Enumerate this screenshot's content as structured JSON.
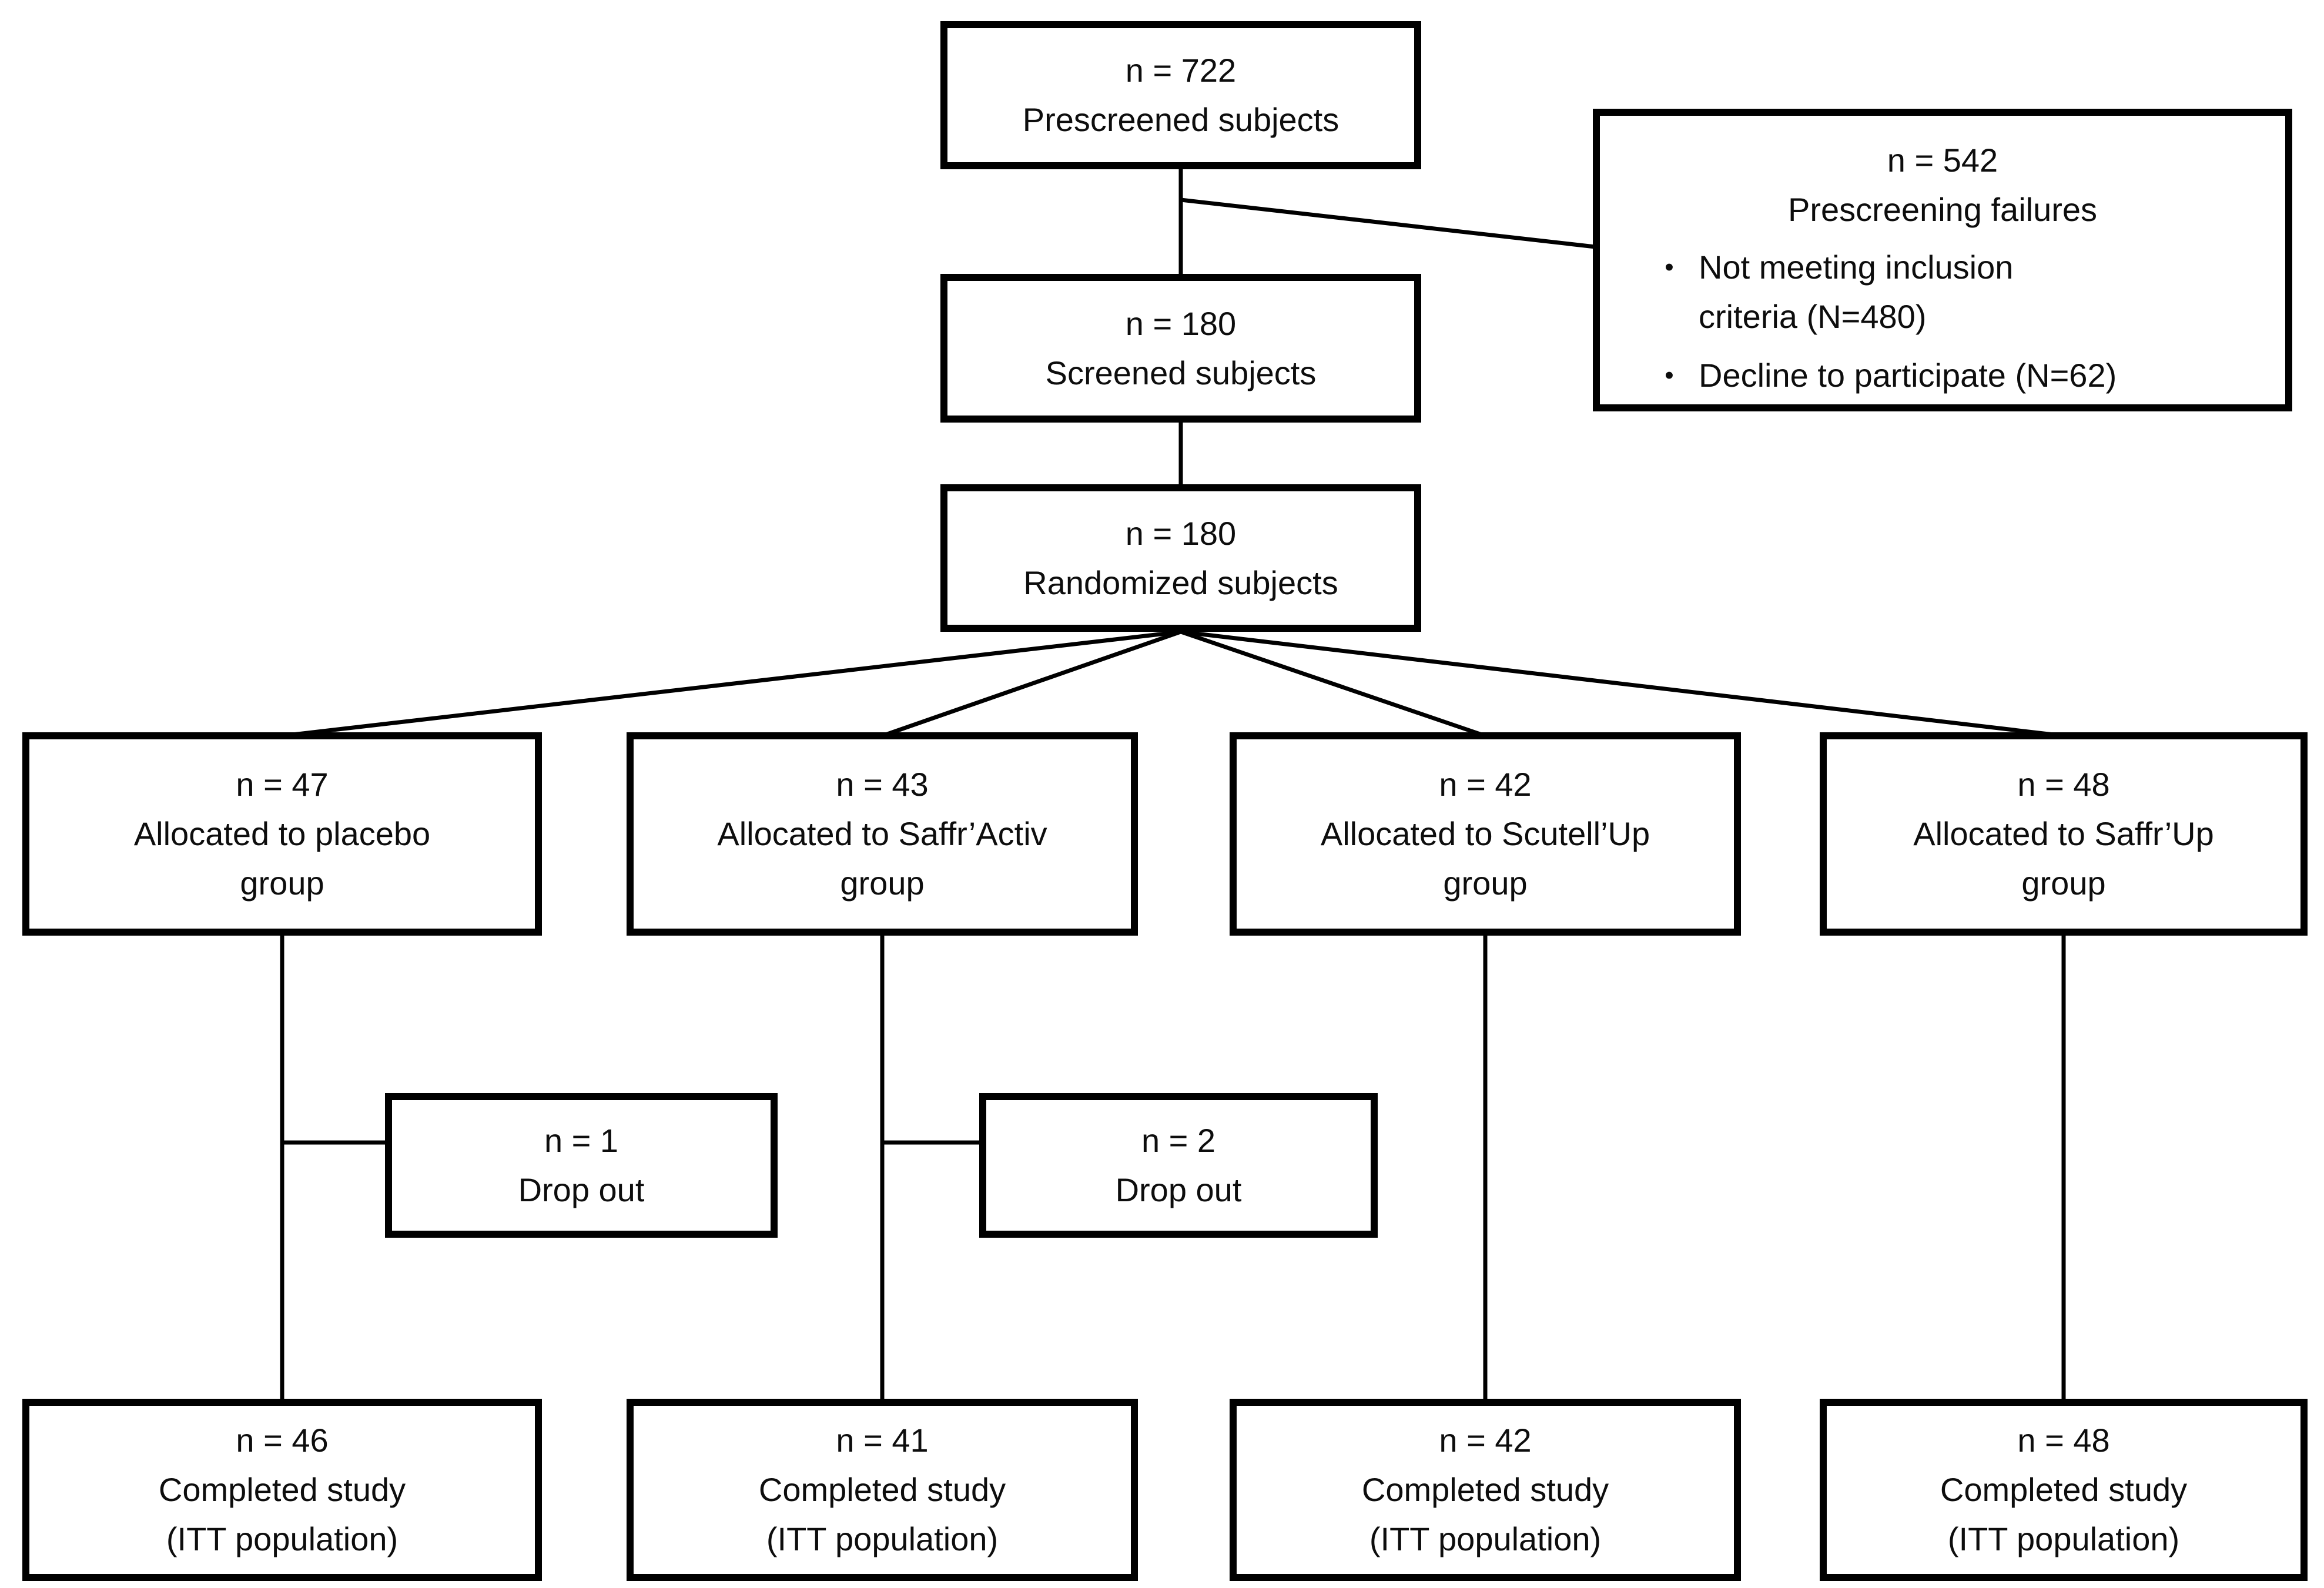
{
  "diagram_type": "clinical-trial-flow",
  "colors": {
    "background": "#ffffff",
    "box_border": "#000000",
    "connector": "#000000",
    "text": "#0d0d0d"
  },
  "bullet_marker": "•",
  "nodes": {
    "prescreened": {
      "n": "n = 722",
      "label": "Prescreened subjects"
    },
    "prescreening_failures": {
      "n": "n = 542",
      "label": "Prescreening failures",
      "bullets": [
        "Not meeting inclusion\ncriteria (N=480)",
        "Decline to participate (N=62)"
      ]
    },
    "screened": {
      "n": "n = 180",
      "label": "Screened subjects"
    },
    "randomized": {
      "n": "n = 180",
      "label": "Randomized subjects"
    },
    "allocated_placebo": {
      "n": "n = 47",
      "label": "Allocated to placebo",
      "label2": "group"
    },
    "allocated_saffractiv": {
      "n": "n = 43",
      "label": "Allocated to Saffr’Activ",
      "label2": "group"
    },
    "allocated_scutellup": {
      "n": "n = 42",
      "label": "Allocated to Scutell’Up",
      "label2": "group"
    },
    "allocated_saffrup": {
      "n": "n = 48",
      "label": "Allocated to Saffr’Up",
      "label2": "group"
    },
    "dropout_placebo": {
      "n": "n = 1",
      "label": "Drop out"
    },
    "dropout_saffractiv": {
      "n": "n = 2",
      "label": "Drop out"
    },
    "completed_placebo": {
      "n": "n = 46",
      "label": "Completed study",
      "label2": "(ITT population)"
    },
    "completed_saffractiv": {
      "n": "n = 41",
      "label": "Completed study",
      "label2": "(ITT population)"
    },
    "completed_scutellup": {
      "n": "n = 42",
      "label": "Completed study",
      "label2": "(ITT population)"
    },
    "completed_saffrup": {
      "n": "n = 48",
      "label": "Completed study",
      "label2": "(ITT population)"
    }
  }
}
